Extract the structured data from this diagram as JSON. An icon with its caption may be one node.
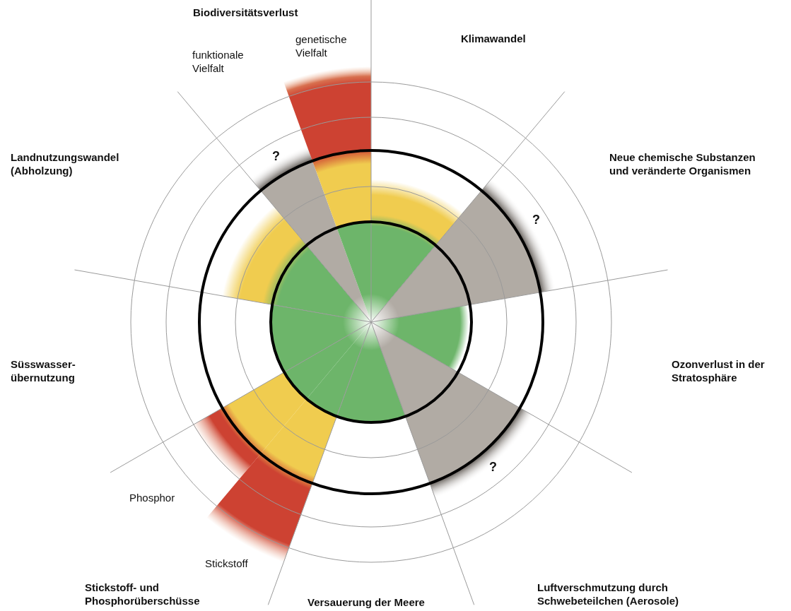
{
  "diagram": {
    "labels": [
      "Biodiversitätsverlust",
      "genetische Vielfalt",
      "Klimawandel",
      "funktionale Vielfalt",
      "Landnutzungswandel (Abholzung)",
      "Neue chemische Substanzen und veränderte Organismen",
      "?",
      "?",
      "Süsswasser- übernutzung",
      "Ozonverlust in der Stratosphäre",
      "?",
      "Phosphor",
      "Stickstoff",
      "Stickstoff- und Phosphorüberschüsse",
      "Luftverschmutzung durch Schwebeteilchen (Aerosole)",
      "Versauerung der Meere"
    ]
  }
}
